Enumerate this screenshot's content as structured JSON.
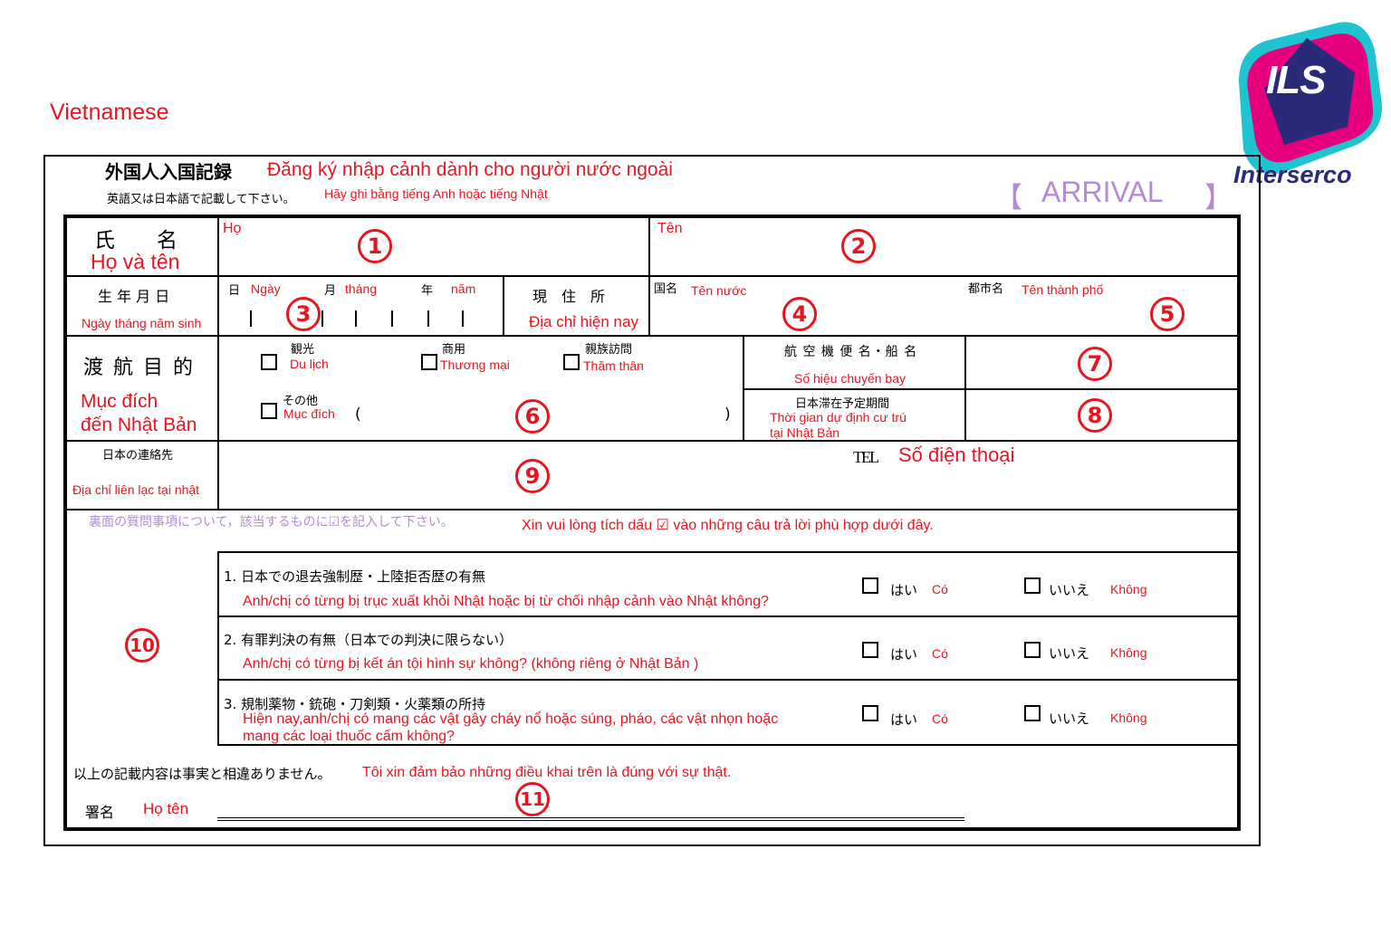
{
  "language_label": "Vietnamese",
  "logo": {
    "mark": "ILS",
    "company": "Interserco",
    "colors": {
      "magenta": "#e6007e",
      "cyan": "#20c3d0",
      "navy": "#2a2a7a"
    }
  },
  "form": {
    "title_jp": "外国人入国記録",
    "title_vi": "Đăng ký nhập cảnh dành cho người nước ngoài",
    "instruction_jp": "英語又は日本語で記載して下さい。",
    "instruction_vi": "Hãy ghi bằng tiếng Anh hoặc tiếng Nhật",
    "arrival_open": "【",
    "arrival": "ARRIVAL",
    "arrival_close": "】",
    "name": {
      "label_jp": "氏　　名",
      "label_vi": "Họ và tên",
      "family_vi": "Họ",
      "given_vi": "Tên",
      "num_family": "1",
      "num_given": "2"
    },
    "birth": {
      "label_jp": "生 年 月 日",
      "label_vi": "Ngày tháng năm sinh",
      "day_jp": "日",
      "day_vi": "Ngày",
      "month_jp": "月",
      "month_vi": "tháng",
      "year_jp": "年",
      "year_vi": "năm",
      "num": "3"
    },
    "address": {
      "label_jp": "現　住　所",
      "label_vi": "Địa chỉ hiện nay",
      "country_jp": "国名",
      "country_vi": "Tên nước",
      "city_jp": "都市名",
      "city_vi": "Tên thành phố",
      "num_country": "4",
      "num_city": "5"
    },
    "purpose": {
      "label_jp": "渡 航 目 的",
      "label_vi_1": "Mục đích",
      "label_vi_2": "đến Nhật Bản",
      "tourism_jp": "観光",
      "tourism_vi": "Du lịch",
      "business_jp": "商用",
      "business_vi": "Thương mại",
      "family_jp": "親族訪問",
      "family_vi": "Thăm thân",
      "other_jp": "その他",
      "other_vi": "Mục đích",
      "paren_open": "(",
      "paren_close": ")",
      "num": "6"
    },
    "flight": {
      "label_jp": "航 空 機 便 名・船 名",
      "label_vi": "Số hiệu chuyến bay",
      "num": "7"
    },
    "stay": {
      "label_jp": "日本滞在予定期間",
      "label_vi_1": "Thời  gian dự định cư trú",
      "label_vi_2": "tại Nhật Bản",
      "num": "8"
    },
    "contact": {
      "label_jp": "日本の連絡先",
      "label_vi": "Địa chỉ  liên lạc tại nhật",
      "tel": "TEL",
      "tel_vi": "Số điện thoại",
      "num": "9"
    },
    "questions_intro_jp": "裏面の質問事項について，該当するものに☑を記入して下さい。",
    "questions_intro_vi": "Xin vui lòng tích  dấu ☑ vào những câu trả lời phù hợp dưới đây.",
    "questions_num": "10",
    "questions": [
      {
        "jp": "1. 日本での退去強制歴・上陸拒否歴の有無",
        "vi": "Anh/chị có từng bị trục xuất khỏi Nhật hoặc bị từ chối nhập cảnh vào Nhật không?",
        "vi2": ""
      },
      {
        "jp": "2. 有罪判決の有無（日本での判決に限らない）",
        "vi": "Anh/chị có từng bị kết án tội hình sự không? (không riêng ở Nhật Bản )",
        "vi2": ""
      },
      {
        "jp": "3. 規制薬物・銃砲・刀剣類・火薬類の所持",
        "vi": "Hiện nay,anh/chị có mang các vật gây cháy nổ hoặc súng, pháo, các vật nhọn hoặc",
        "vi2": "mang các loại thuốc cấm không?"
      }
    ],
    "yes_jp": "はい",
    "yes_vi": "Có",
    "no_jp": "いいえ",
    "no_vi": "Không",
    "declaration_jp": "以上の記載内容は事実と相違ありません。",
    "declaration_vi": "Tôi xin đảm bảo những điều khai trên là đúng với sự thật.",
    "signature_jp": "署名",
    "signature_vi": "Họ tên",
    "signature_num": "11"
  }
}
